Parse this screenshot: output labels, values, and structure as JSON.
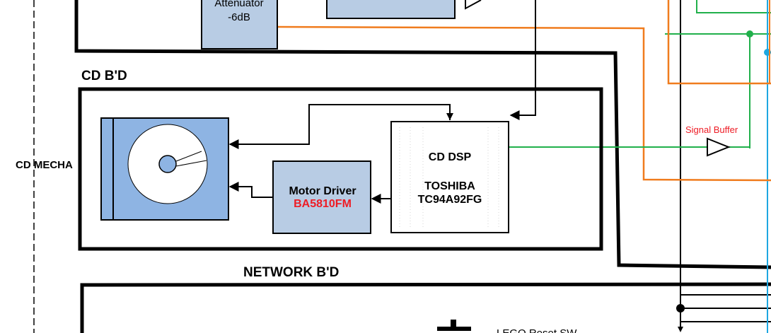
{
  "labels": {
    "attenuator_line1": "Attenuator",
    "attenuator_line2": "-6dB",
    "cd_board": "CD B'D",
    "cd_mecha": "CD MECHA",
    "network_board": "NETWORK B'D",
    "cd_dsp_title": "CD DSP",
    "cd_dsp_maker": "TOSHIBA",
    "cd_dsp_part": "TC94A92FG",
    "motor_driver_title": "Motor Driver",
    "motor_driver_part": "BA5810FM",
    "signal_buffer": "Signal Buffer",
    "lego_reset": "LEGO Reset SW"
  },
  "colors": {
    "block_fill": "#b8cce4",
    "mecha_fill": "#8eb4e3",
    "orange_line": "#f07c1e",
    "green_line": "#21b04b",
    "blue_line": "#1ea7e1",
    "red_text": "#ee1c25",
    "board_outline": "#000000"
  }
}
